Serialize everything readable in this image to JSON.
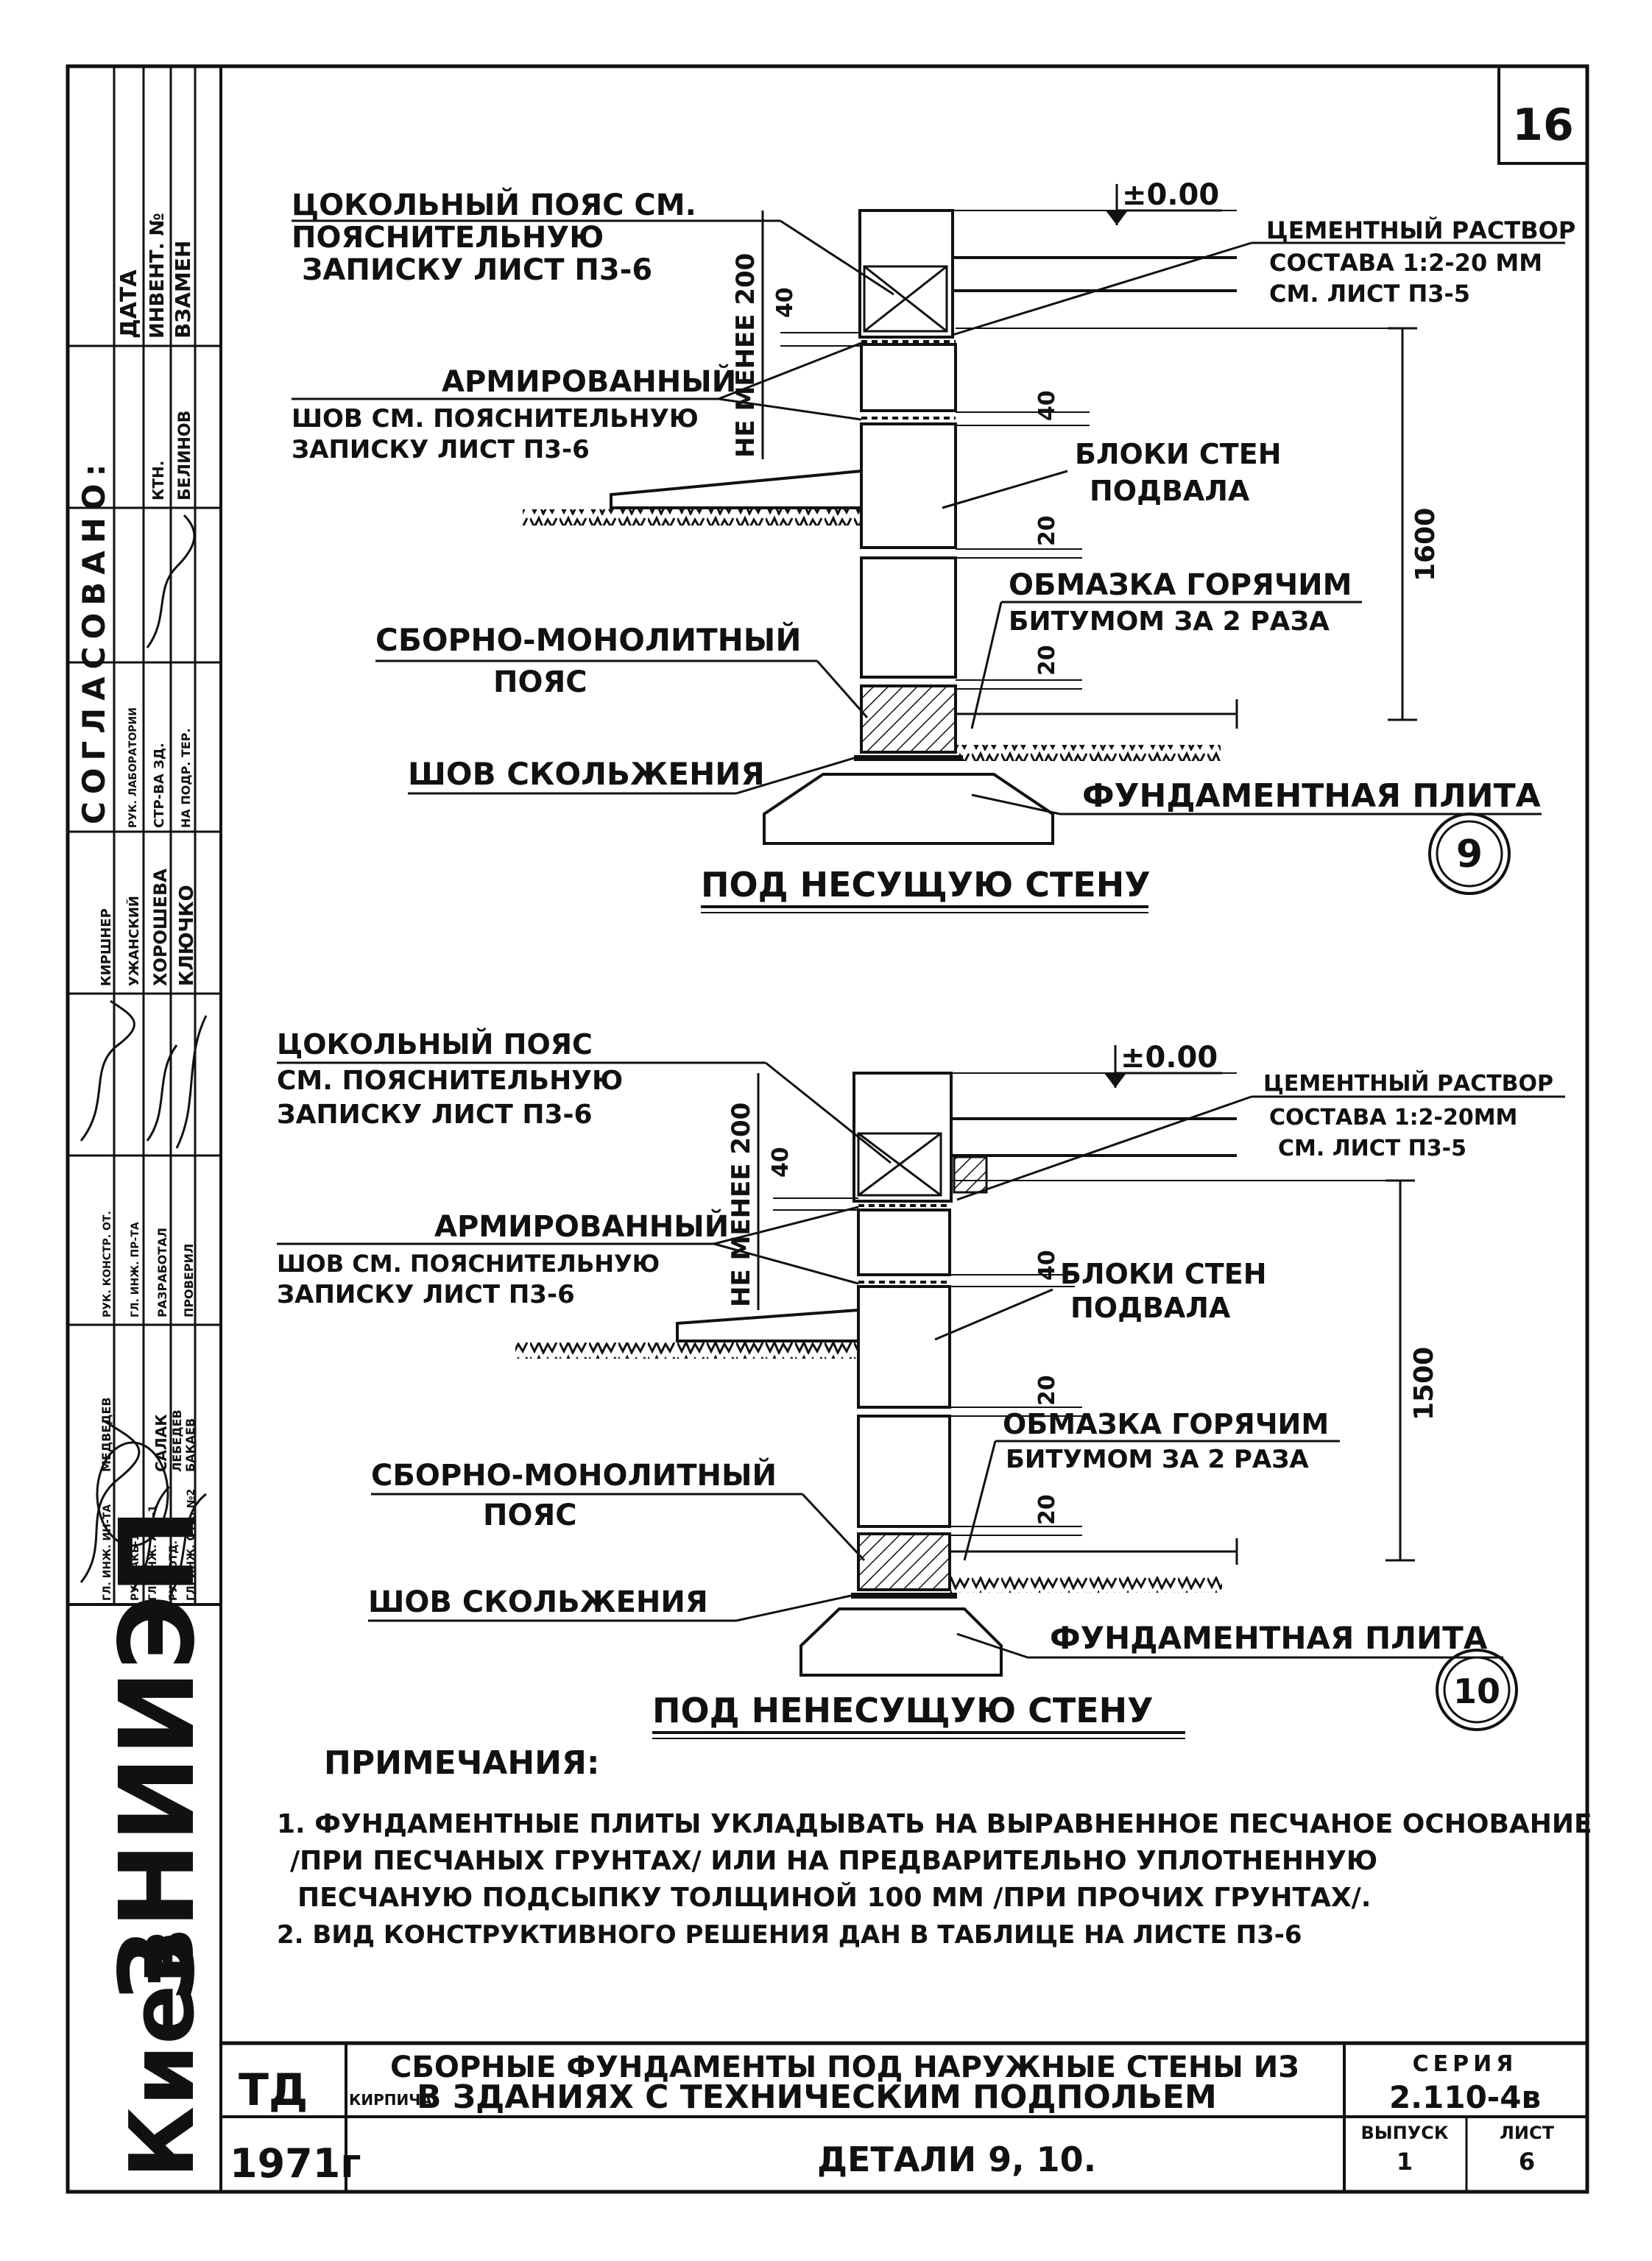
{
  "sheet_number": "16",
  "left_strip": {
    "header": {
      "date": "ДАТА",
      "inv": "ИНВЕНТ. №",
      "vzamen": "ВЗАМЕН"
    },
    "soglasovano": "СОГЛАСОВАНО:",
    "ktn_label": "КТН.",
    "ktn_name": "БЕЛИНОВ",
    "org_labels": [
      "РУК. ЛАБОРАТОРИИ",
      "СТР-ВА ЗД.",
      "НА ПОДР. ТЕР."
    ],
    "names_col": [
      "КИРШНЕР",
      "УЖАНСКИЙ",
      "ХОРОШЕВА",
      "КЛЮЧКО"
    ],
    "roles_col": [
      "РУК. КОНСТР. ОТ.",
      "ГЛ. ИНЖ. ПР-ТА",
      "РАЗРАБОТАЛ",
      "ПРОВЕРИЛ"
    ],
    "names_col2": [
      "МЕДВЕДЕВ",
      "САЛАК",
      "ЛЕБЕДЕВ",
      "БАКАЕВ"
    ],
    "roles_col2": [
      "ГЛ. ИНЖ. ИН-ТА",
      "РУК. АКБ-1",
      "ГЛ. ИНЖ. АКБ-1",
      "РУК. ОТД. №2",
      "ГЛ. ИНЖ. ОТД. №2"
    ],
    "org_logo": "ЗНИИЭП",
    "city": "Киев"
  },
  "detail9": {
    "level_mark": "±0.00",
    "label_cokol": [
      "ЦОКОЛЬНЫЙ ПОЯС СМ.",
      "ПОЯСНИТЕЛЬНУЮ",
      "ЗАПИСКУ ЛИСТ П3-6"
    ],
    "label_mortar": [
      "ЦЕМЕНТНЫЙ РАСТВОР",
      "СОСТАВА 1:2-20 ММ",
      "СМ. ЛИСТ П3-5"
    ],
    "label_arm": [
      "АРМИРОВАННЫЙ",
      "ШОВ СМ. ПОЯСНИТЕЛЬНУЮ",
      "ЗАПИСКУ ЛИСТ П3-6"
    ],
    "label_blocks": [
      "БЛОКИ СТЕН",
      "ПОДВАЛА"
    ],
    "label_bitumen": [
      "ОБМАЗКА ГОРЯЧИМ",
      "БИТУМОМ ЗА 2 РАЗА"
    ],
    "label_belt": [
      "СБОРНО-МОНОЛИТНЫЙ",
      "ПОЯС"
    ],
    "label_slip": "ШОВ СКОЛЬЖЕНИЯ",
    "label_slab": "ФУНДАМЕНТНАЯ ПЛИТА",
    "dim_min": "НЕ МЕНЕЕ 200",
    "dim_40a": "40",
    "dim_40b": "40",
    "dim_20a": "20",
    "dim_20b": "20",
    "dim_1600": "1600",
    "caption": "ПОД НЕСУЩУЮ СТЕНУ",
    "number": "9"
  },
  "detail10": {
    "level_mark": "±0.00",
    "label_cokol": [
      "ЦОКОЛЬНЫЙ ПОЯС",
      "СМ. ПОЯСНИТЕЛЬНУЮ",
      "ЗАПИСКУ ЛИСТ П3-6"
    ],
    "label_mortar": [
      "ЦЕМЕНТНЫЙ РАСТВОР",
      "СОСТАВА 1:2-20ММ",
      "СМ. ЛИСТ П3-5"
    ],
    "label_arm": [
      "АРМИРОВАННЫЙ",
      "ШОВ СМ. ПОЯСНИТЕЛЬНУЮ",
      "ЗАПИСКУ ЛИСТ П3-6"
    ],
    "label_blocks": [
      "БЛОКИ СТЕН",
      "ПОДВАЛА"
    ],
    "label_bitumen": [
      "ОБМАЗКА ГОРЯЧИМ",
      "БИТУМОМ ЗА 2 РАЗА"
    ],
    "label_belt": [
      "СБОРНО-МОНОЛИТНЫЙ",
      "ПОЯС"
    ],
    "label_slip": "ШОВ СКОЛЬЖЕНИЯ",
    "label_slab": "ФУНДАМЕНТНАЯ ПЛИТА",
    "dim_min": "НЕ МЕНЕЕ 200",
    "dim_40a": "40",
    "dim_40b": "40",
    "dim_20a": "20",
    "dim_20b": "20",
    "dim_1500": "1500",
    "caption": "ПОД НЕНЕСУЩУЮ СТЕНУ",
    "number": "10"
  },
  "notes": {
    "heading": "ПРИМЕЧАНИЯ:",
    "lines": [
      "1. ФУНДАМЕНТНЫЕ ПЛИТЫ УКЛАДЫВАТЬ НА ВЫРАВНЕННОЕ ПЕСЧАНОЕ ОСНОВАНИЕ",
      "/ПРИ ПЕСЧАНЫХ ГРУНТАХ/ ИЛИ НА ПРЕДВАРИТЕЛЬНО УПЛОТНЕННУЮ",
      "ПЕСЧАНУЮ ПОДСЫПКУ ТОЛЩИНОЙ 100 ММ /ПРИ ПРОЧИХ ГРУНТАХ/.",
      "2. ВИД КОНСТРУКТИВНОГО РЕШЕНИЯ ДАН В ТАБЛИЦЕ НА ЛИСТЕ П3-6"
    ]
  },
  "title_block": {
    "td": "ТД",
    "year": "1971г",
    "title_line1": "СБОРНЫЕ ФУНДАМЕНТЫ ПОД НАРУЖНЫЕ СТЕНЫ ИЗ",
    "title_line2_small": "КИРПИЧА",
    "title_line2": "В ЗДАНИЯХ С ТЕХНИЧЕСКИМ ПОДПОЛЬЕМ",
    "subtitle": "ДЕТАЛИ 9, 10.",
    "series_label": "СЕРИЯ",
    "series_value": "2.110-4в",
    "vypusk_label": "ВЫПУСК",
    "vypusk_value": "1",
    "list_label": "ЛИСТ",
    "list_value": "6"
  }
}
